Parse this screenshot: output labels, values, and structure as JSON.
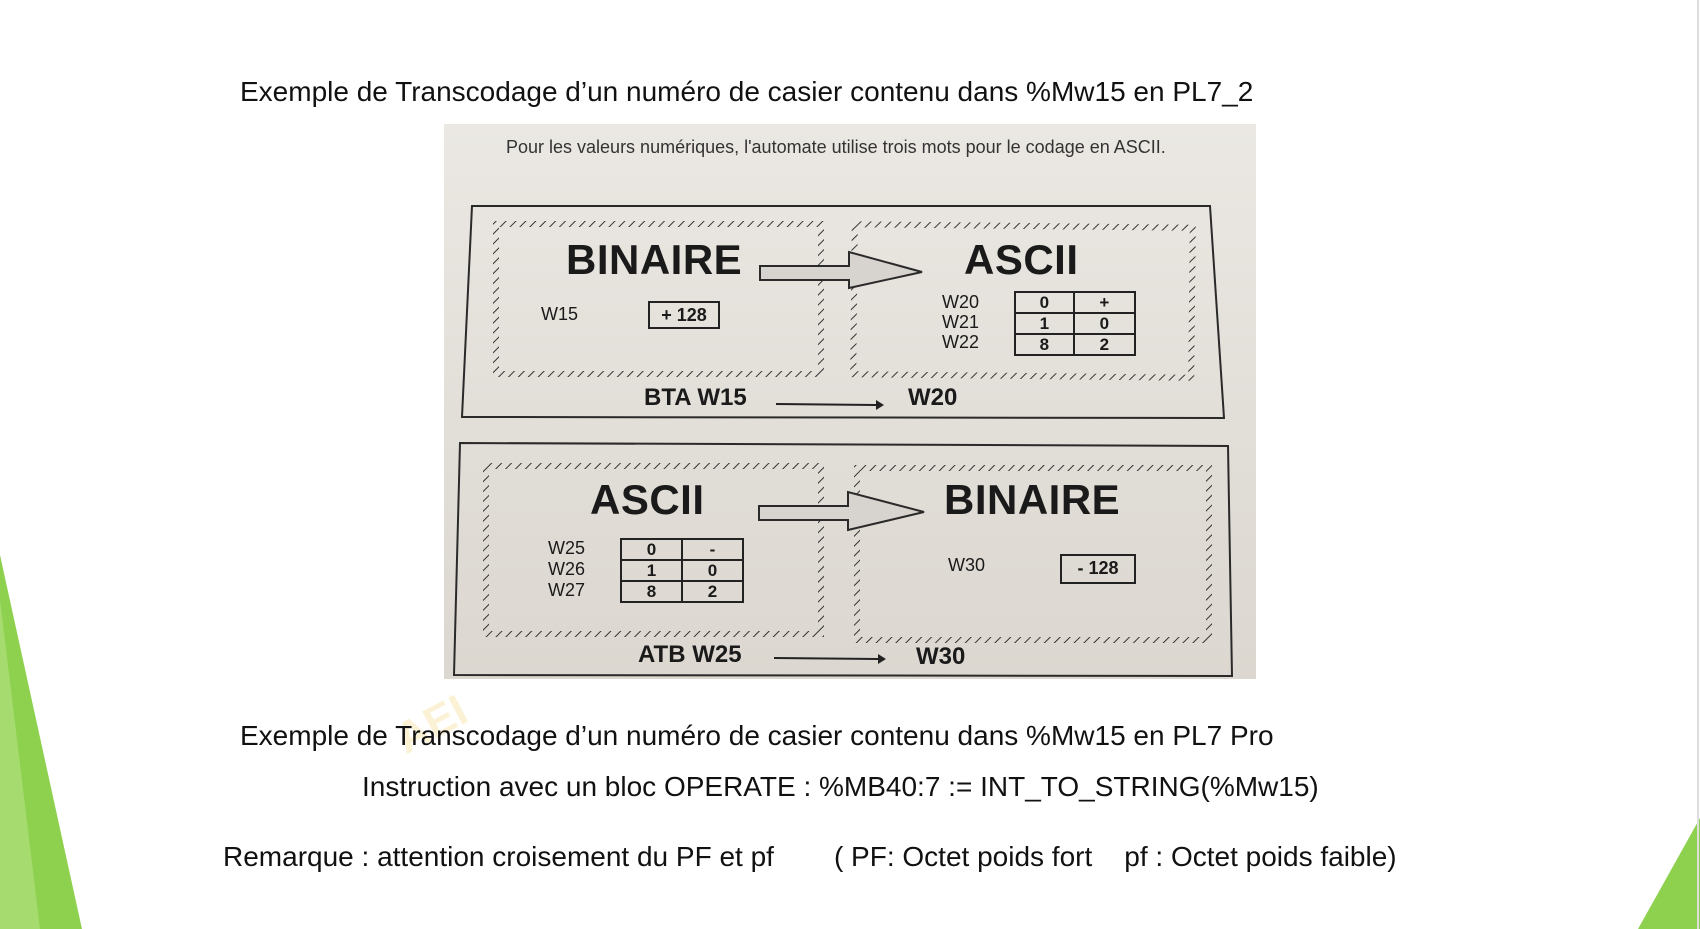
{
  "slide": {
    "title1": "Exemple de Transcodage d’un numéro de casier contenu dans %Mw15 en PL7_2",
    "title2": "Exemple de Transcodage d’un numéro de casier contenu dans %Mw15 en PL7 Pro",
    "instruction": "Instruction avec un bloc OPERATE : %MB40:7 := INT_TO_STRING(%Mw15)",
    "remark": "Remarque : attention croisement du PF et pf",
    "remark_pf_def": "( PF: Octet poids fort",
    "remark_pf_low": "pf : Octet poids faible)",
    "watermark": "AEI",
    "accent_color": "#8ed14f"
  },
  "photo": {
    "caption": "Pour les valeurs numériques, l'automate utilise trois mots pour le codage en ASCII.",
    "top": {
      "left_title": "BINAIRE",
      "right_title": "ASCII",
      "word_label": "W15",
      "word_value": "+ 128",
      "rows": [
        {
          "label": "W20",
          "hi": "0",
          "lo": "+"
        },
        {
          "label": "W21",
          "hi": "1",
          "lo": "0"
        },
        {
          "label": "W22",
          "hi": "8",
          "lo": "2"
        }
      ],
      "op": "BTA W15",
      "dest": "W20"
    },
    "bottom": {
      "left_title": "ASCII",
      "right_title": "BINAIRE",
      "word_label": "W30",
      "word_value": "- 128",
      "rows": [
        {
          "label": "W25",
          "hi": "0",
          "lo": "-"
        },
        {
          "label": "W26",
          "hi": "1",
          "lo": "0"
        },
        {
          "label": "W27",
          "hi": "8",
          "lo": "2"
        }
      ],
      "op": "ATB W25",
      "dest": "W30"
    }
  }
}
